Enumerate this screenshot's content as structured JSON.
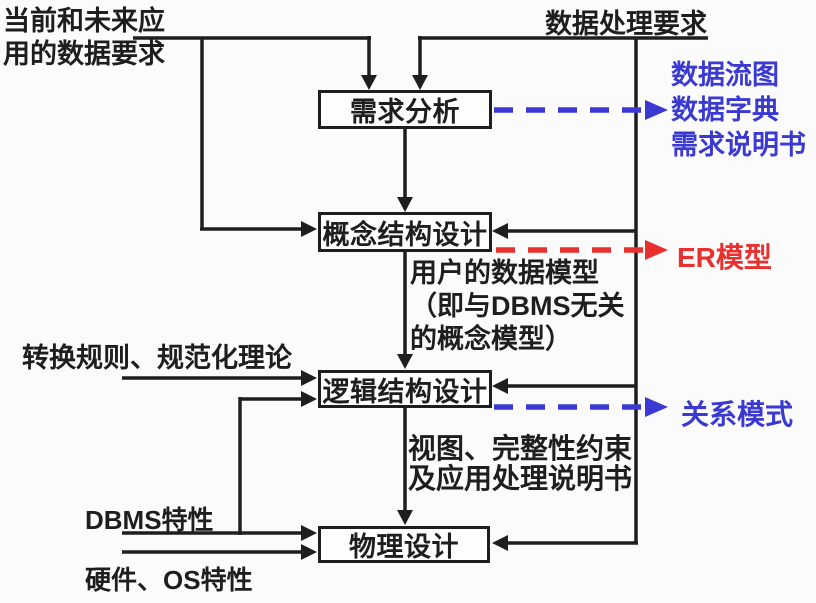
{
  "diagram": {
    "inputs": {
      "future_data_req": {
        "line1": "当前和未来应",
        "line2": "用的数据要求"
      },
      "processing_req": "数据处理要求",
      "conversion_rules": "转换规则、规范化理论",
      "dbms_features": "DBMS特性",
      "hw_os_features": "硬件、OS特性"
    },
    "stages": [
      {
        "id": "requirements-analysis",
        "label": "需求分析"
      },
      {
        "id": "conceptual-design",
        "label": "概念结构设计"
      },
      {
        "id": "logical-design",
        "label": "逻辑结构设计"
      },
      {
        "id": "physical-design",
        "label": "物理设计"
      }
    ],
    "outputs": {
      "requirements_docs": {
        "line1": "数据流图",
        "line2": "数据字典",
        "line3": "需求说明书"
      },
      "er_model": "ER模型",
      "relational_schema": "关系模式"
    },
    "annotations": {
      "conceptual_note": {
        "line1": "用户的数据模型",
        "line2": "（即与DBMS无关",
        "line3": "的概念模型）"
      },
      "logical_note": {
        "line1": "视图、完整性约束",
        "line2": "及应用处理说明书"
      }
    },
    "colors": {
      "line_black": "#1e1e1e",
      "output_blue": "#3a3ad2",
      "output_red": "#e8302e",
      "background": "#fbfbfb"
    }
  }
}
